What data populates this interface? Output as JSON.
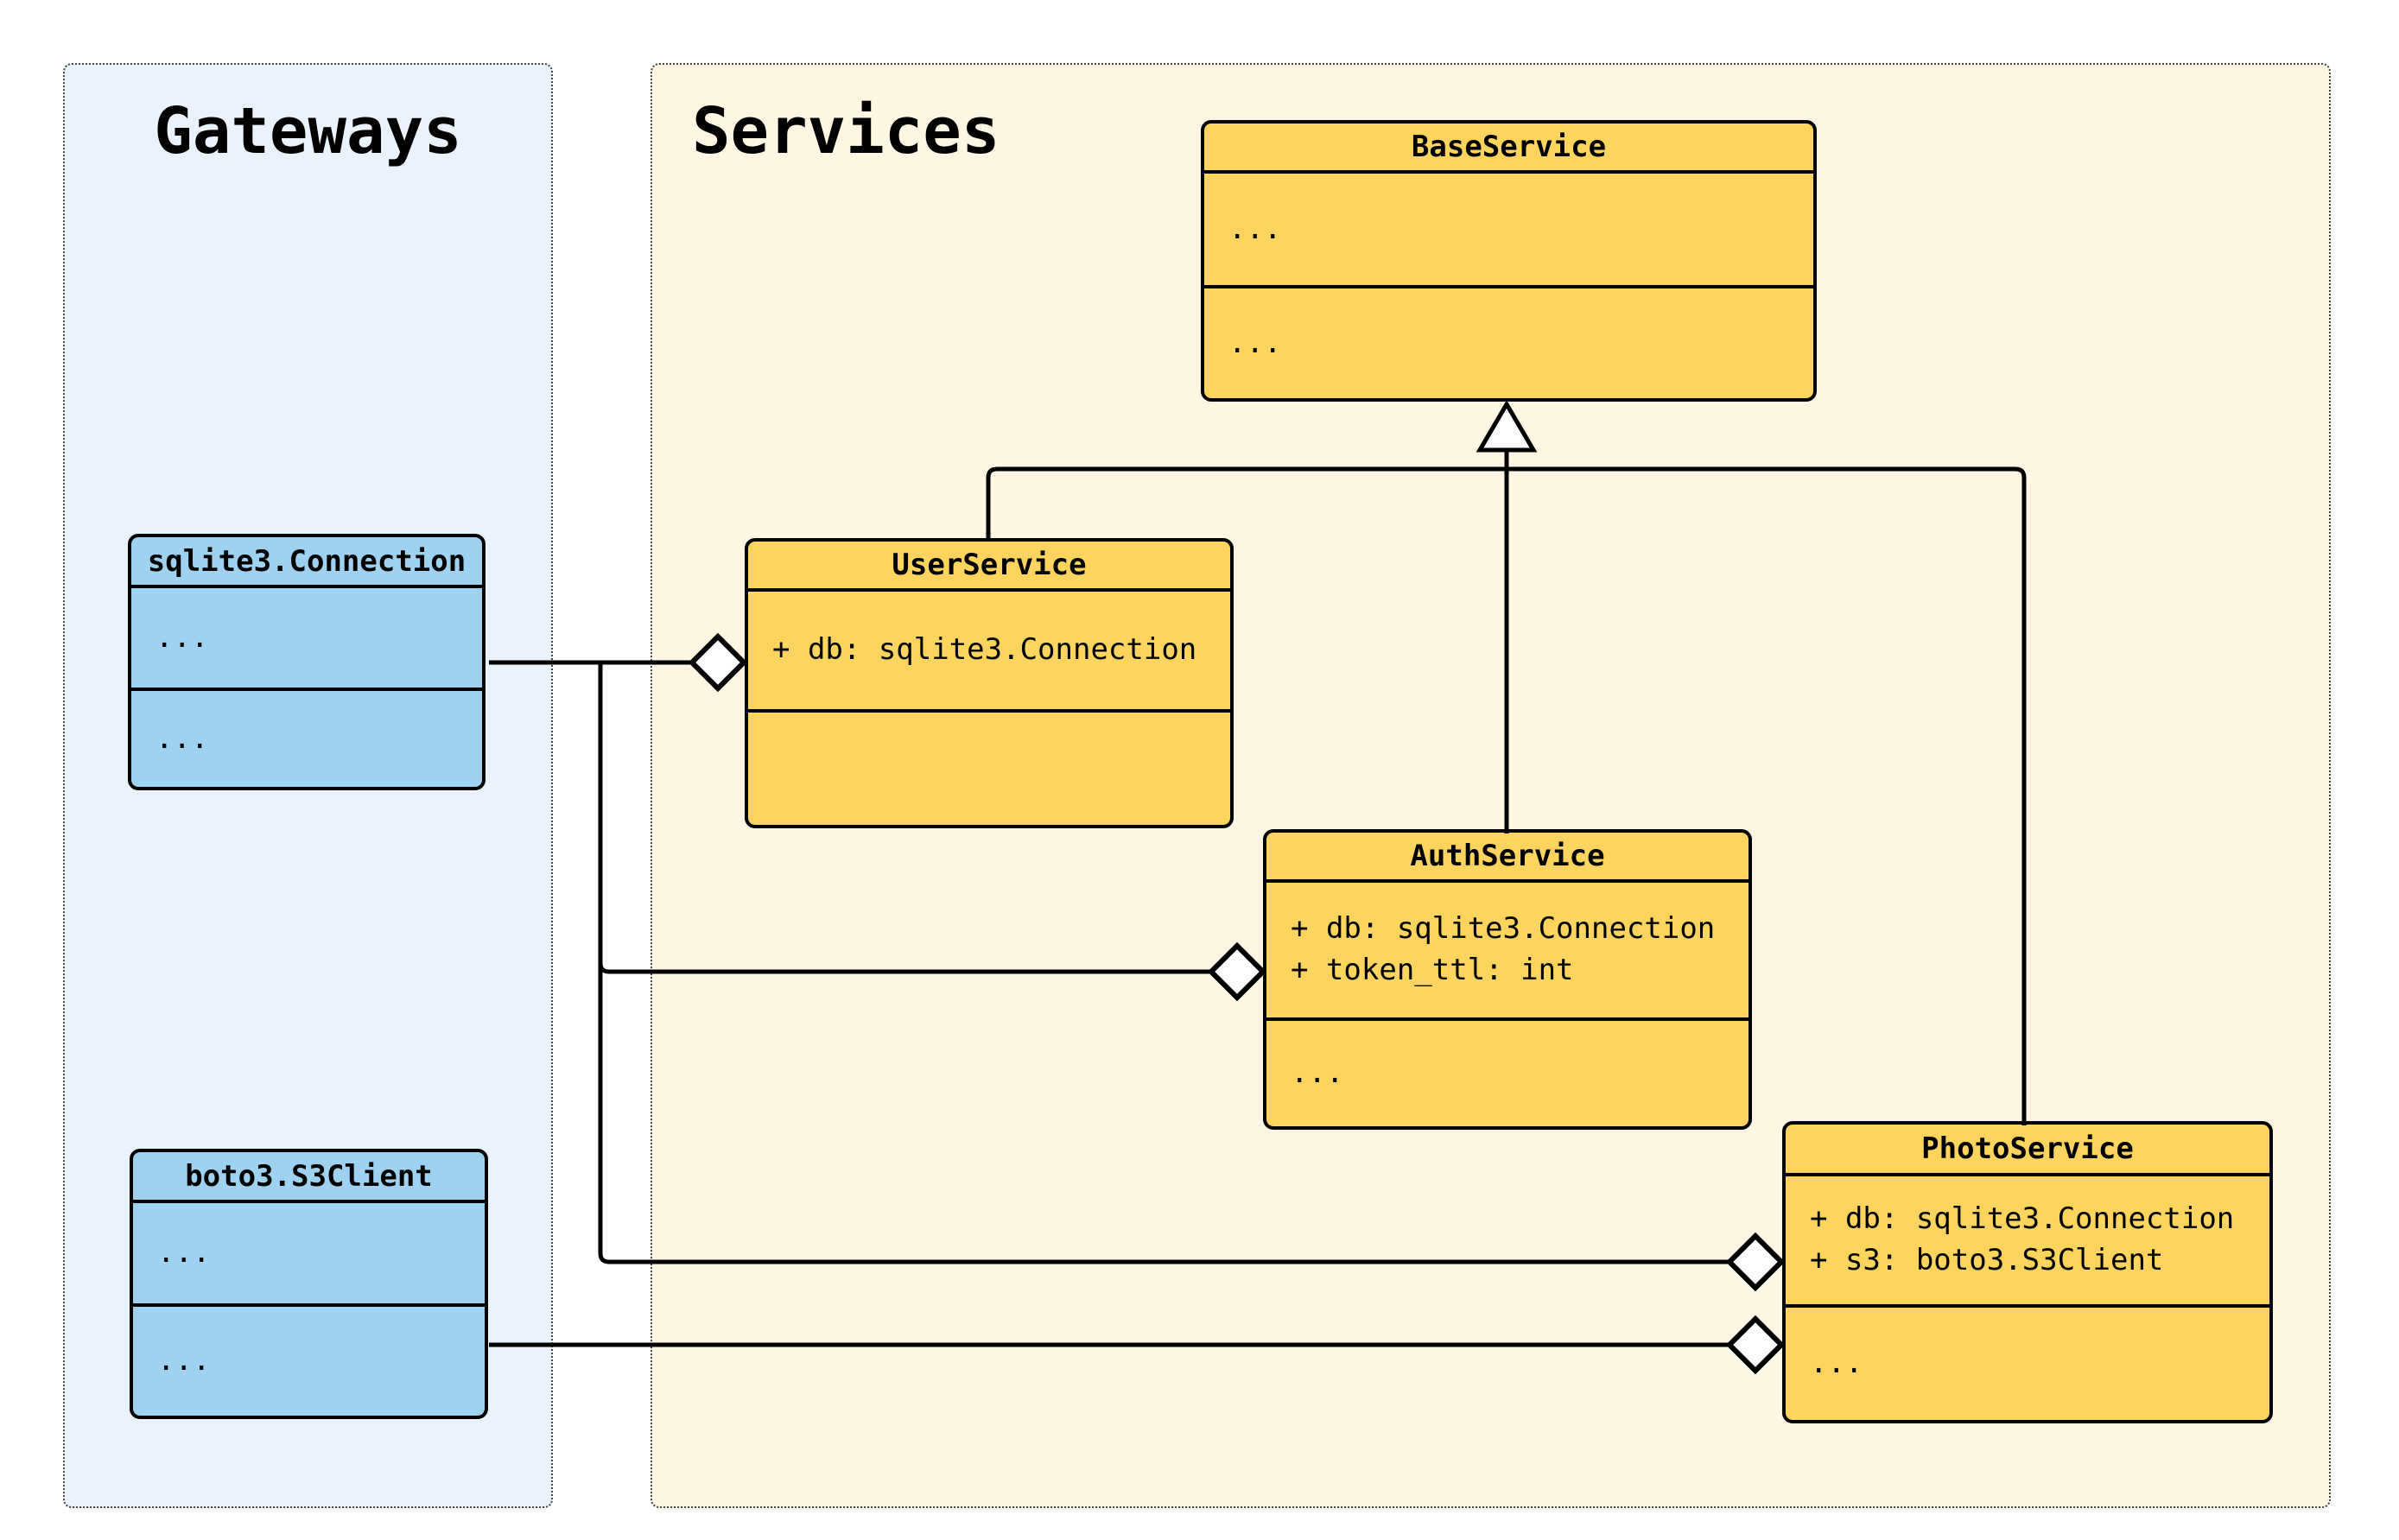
{
  "panels": {
    "gateways": {
      "title": "Gateways"
    },
    "services": {
      "title": "Services"
    }
  },
  "classes": {
    "base_service": {
      "name": "BaseService",
      "attributes": [
        "..."
      ],
      "methods": [
        "..."
      ]
    },
    "user_service": {
      "name": "UserService",
      "attributes": [
        "+ db: sqlite3.Connection"
      ],
      "methods": []
    },
    "auth_service": {
      "name": "AuthService",
      "attributes": [
        "+ db: sqlite3.Connection",
        "+ token_ttl: int"
      ],
      "methods": [
        "..."
      ]
    },
    "photo_service": {
      "name": "PhotoService",
      "attributes": [
        "+ db: sqlite3.Connection",
        "+ s3: boto3.S3Client"
      ],
      "methods": [
        "..."
      ]
    },
    "sqlite3_connection": {
      "name": "sqlite3.Connection",
      "attributes": [
        "..."
      ],
      "methods": [
        "..."
      ]
    },
    "boto3_s3client": {
      "name": "boto3.S3Client",
      "attributes": [
        "..."
      ],
      "methods": [
        "..."
      ]
    }
  },
  "relationships": [
    {
      "type": "inheritance",
      "from": "UserService",
      "to": "BaseService"
    },
    {
      "type": "inheritance",
      "from": "AuthService",
      "to": "BaseService"
    },
    {
      "type": "inheritance",
      "from": "PhotoService",
      "to": "BaseService"
    },
    {
      "type": "aggregation",
      "from": "sqlite3.Connection",
      "to": "UserService"
    },
    {
      "type": "aggregation",
      "from": "sqlite3.Connection",
      "to": "AuthService"
    },
    {
      "type": "aggregation",
      "from": "sqlite3.Connection",
      "to": "PhotoService"
    },
    {
      "type": "aggregation",
      "from": "boto3.S3Client",
      "to": "PhotoService"
    }
  ],
  "colors": {
    "service_class_fill": "#FCD45E",
    "gateway_class_fill": "#9FD2F1",
    "services_panel_bg": "#FDF6E2",
    "gateways_panel_bg": "#EAF2FB",
    "stroke": "#000000",
    "connector_head_fill": "#FFFFFF"
  }
}
